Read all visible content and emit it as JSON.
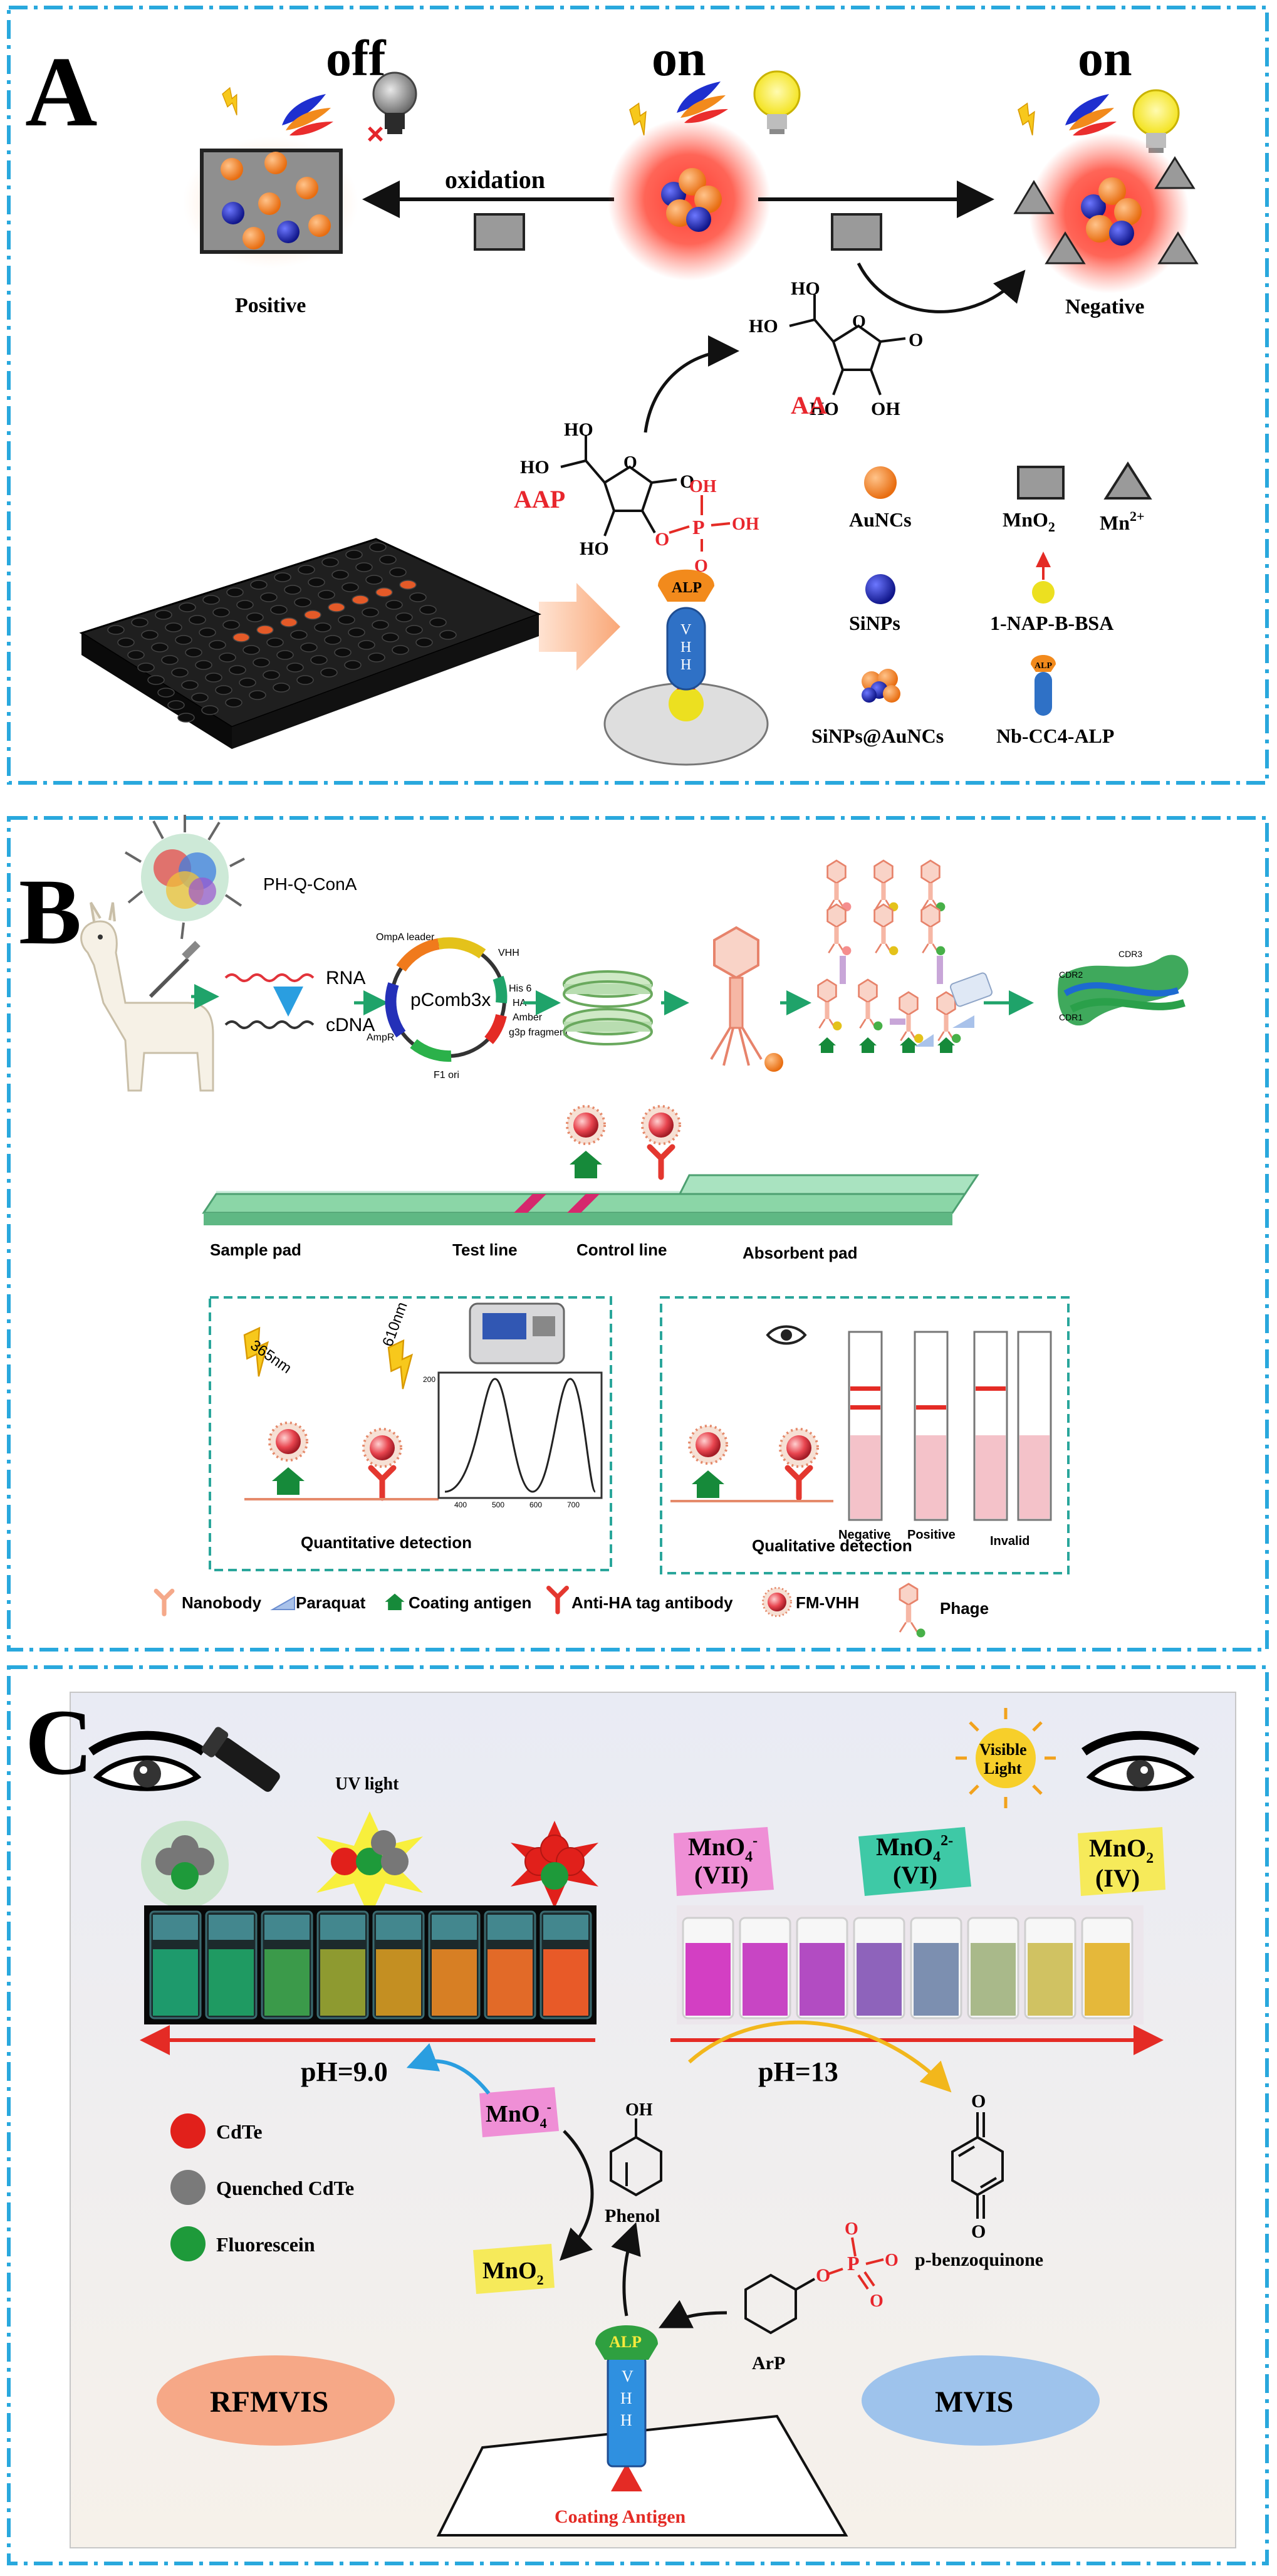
{
  "panel_a": {
    "letter": "A",
    "state_off": "off",
    "state_on_left": "on",
    "state_on_right": "on",
    "oxidation": "oxidation",
    "positive": "Positive",
    "negative": "Negative",
    "aa": "AA",
    "aap": "AAP",
    "ho": "HO",
    "oh": "OH",
    "o": "O",
    "p": "P",
    "alp": "ALP",
    "vhh": [
      "V",
      "H",
      "H"
    ],
    "legend": {
      "aunc": "AuNCs",
      "mno2": "MnO",
      "mno2_sub": "2",
      "mn": "Mn",
      "mn_sup": "2+",
      "sinp": "SiNPs",
      "nap": "1-NAP-B-BSA",
      "composite": "SiNPs@AuNCs",
      "nb": "Nb-CC4-ALP",
      "icon_alp": "ALP"
    }
  },
  "panel_b": {
    "letter": "B",
    "phq": "PH-Q-ConA",
    "rna": "RNA",
    "cdna": "cDNA",
    "vector": "pComb3x",
    "vector_labels": {
      "ompa": "OmpA leader",
      "vhh": "VHH",
      "his": "His 6",
      "ha": "HA",
      "amber": "Amber",
      "g3p": "g3p fragment",
      "ampr": "AmpR",
      "f1": "F1 ori"
    },
    "cdr3": "CDR3",
    "cdr2": "CDR2",
    "cdr1": "CDR1",
    "strip": {
      "sample_pad": "Sample pad",
      "test_line": "Test line",
      "control_line": "Control line",
      "absorbent_pad": "Absorbent pad"
    },
    "quant": {
      "title": "Quantitative detection",
      "nm365": "365nm",
      "nm610": "610nm",
      "ticks": [
        "200",
        "400",
        "500",
        "600",
        "700"
      ]
    },
    "qual": {
      "title": "Qualitative detection",
      "negative": "Negative",
      "positive": "Positive",
      "invalid": "Invalid"
    },
    "legend": {
      "nanobody": "Nanobody",
      "paraquat": "Paraquat",
      "coating": "Coating antigen",
      "antiha": "Anti-HA tag antibody",
      "fmvhh": "FM-VHH",
      "phage": "Phage"
    }
  },
  "panel_c": {
    "letter": "C",
    "uv": "UV light",
    "visible": [
      "Visible",
      "Light"
    ],
    "mno4": "MnO",
    "mno4_sub": "4",
    "mno4_sup": "-",
    "mno4_2": "MnO",
    "mno4_2_sub": "4",
    "mno4_2_sup": "2-",
    "mno2": "MnO",
    "mno2_sub": "2",
    "vii": "(VII)",
    "vi": "(VI)",
    "iv": "(IV)",
    "ph9": "pH=9.0",
    "ph13": "pH=13",
    "legend": {
      "cdte": "CdTe",
      "quenched": "Quenched CdTe",
      "fluorescein": "Fluorescein"
    },
    "phenol": "Phenol",
    "oh": "OH",
    "o": "O",
    "p": "P",
    "pbq": "p-benzoquinone",
    "arp": "ArP",
    "alp": "ALP",
    "vhh": [
      "V",
      "H",
      "H"
    ],
    "coating": "Coating Antigen",
    "rfmvis": "RFMVIS",
    "mvis": "MVIS"
  },
  "colors": {
    "frame": "#29a8dd",
    "red_label": "#e8262d",
    "orange": "#f5831f",
    "blue_sphere": "#2430b8",
    "green_strip": "#7fd0a0",
    "pink_tag": "#ef8fd6",
    "teal_tag": "#3ec9a6",
    "yellow_tag": "#f6ea5a",
    "rfmvis": "#f6a887",
    "mvis": "#9ec3ec"
  }
}
